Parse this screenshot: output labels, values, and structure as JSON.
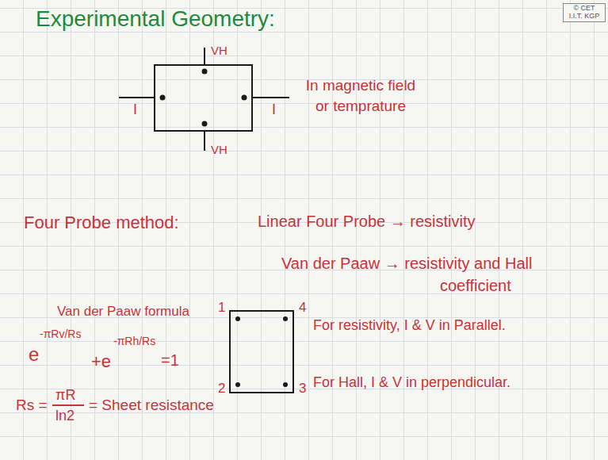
{
  "diagram": {
    "title": "Experimental Geometry:",
    "labels": [
      "VH",
      "VH",
      "I",
      "I",
      "In magnetic field or temprature",
      "Four Probe method:",
      "Linear Four Probe → resistivity",
      "Van der Paaw → resistivity and Hall coefficient",
      "Van der Paaw formula",
      "e",
      "-πRv/Rs",
      "+e",
      "-πRh/Rs",
      "=1",
      "Rs =",
      "πR",
      "ln2",
      "= Sheet resistance",
      "1",
      "4",
      "2",
      "3",
      "For resistivity, I & V in Parallel.",
      "For Hall, I & V in perpendicular.",
      "© CET I.I.T. KGP"
    ]
  }
}
